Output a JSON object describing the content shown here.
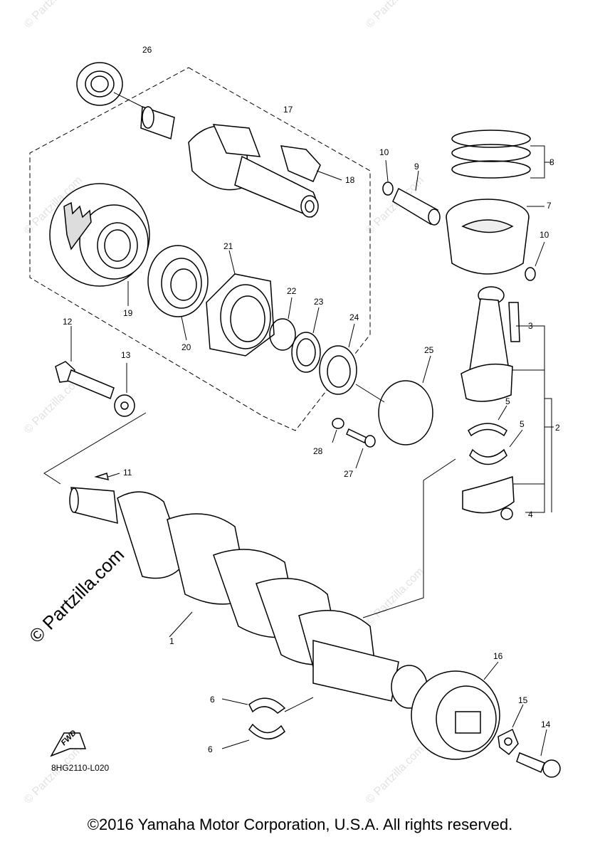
{
  "diagram": {
    "part_code": "8HG2110-L020",
    "fwd_label": "FWD",
    "copyright": "©2016 Yamaha Motor Corporation, U.S.A. All rights reserved.",
    "watermark_big": "© Partzilla.com",
    "watermark_small": "© Partzilla.com",
    "callouts": [
      "1",
      "2",
      "3",
      "4",
      "5",
      "5",
      "6",
      "6",
      "7",
      "8",
      "9",
      "10",
      "10",
      "11",
      "12",
      "13",
      "14",
      "15",
      "16",
      "17",
      "18",
      "19",
      "20",
      "21",
      "22",
      "23",
      "24",
      "25",
      "26",
      "27",
      "28"
    ]
  }
}
